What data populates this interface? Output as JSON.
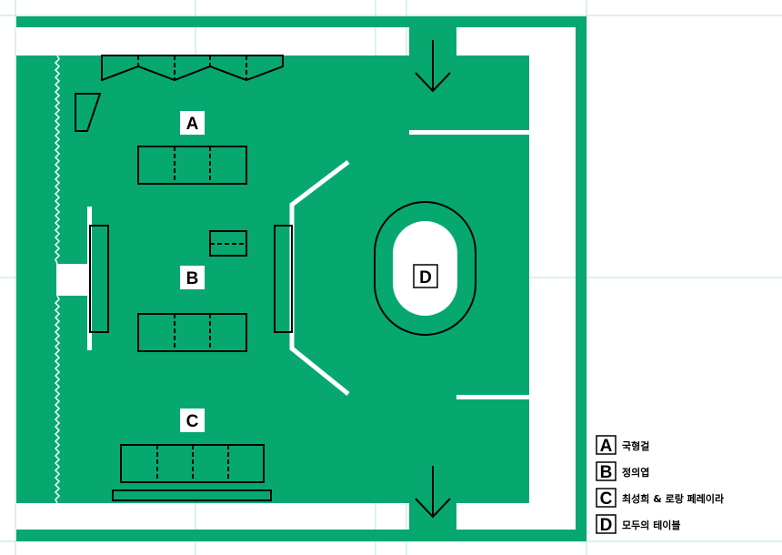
{
  "colors": {
    "green": "#06a870",
    "guide": "#b9e6d4",
    "ink": "#000000",
    "paper": "#ffffff"
  },
  "zones": [
    {
      "letter": "A"
    },
    {
      "letter": "B"
    },
    {
      "letter": "C"
    },
    {
      "letter": "D"
    }
  ],
  "legend": [
    {
      "letter": "A",
      "text": "국형걸"
    },
    {
      "letter": "B",
      "text": "정의엽"
    },
    {
      "letter": "C",
      "text": "최성희 & 로랑 페레이라"
    },
    {
      "letter": "D",
      "text": "모두의 테이블"
    }
  ],
  "icons": {
    "entrance": "arrow-down-icon",
    "exit": "arrow-down-icon"
  }
}
